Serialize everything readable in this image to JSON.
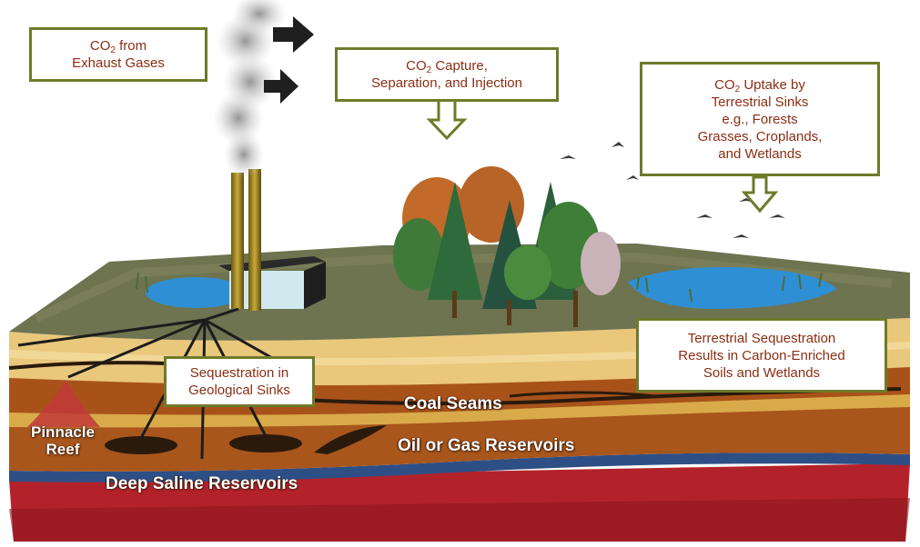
{
  "callouts": {
    "exhaust": {
      "prefix": "CO",
      "sub": "2",
      "suffix": " from",
      "line2": "Exhaust Gases"
    },
    "capture": {
      "prefix": "CO",
      "sub": "2",
      "suffix": " Capture,",
      "line2": "Separation, and Injection"
    },
    "uptake": {
      "prefix": "CO",
      "sub": "2",
      "suffix": " Uptake by",
      "line2": "Terrestrial Sinks",
      "line3": "e.g., Forests",
      "line4": "Grasses, Croplands,",
      "line5": "and Wetlands"
    },
    "terrestrial": {
      "line1": "Terrestrial Sequestration",
      "line2": "Results in Carbon-Enriched",
      "line3": "Soils and Wetlands"
    },
    "geological": {
      "line1": "Sequestration in",
      "line2": "Geological Sinks"
    }
  },
  "layers": {
    "coal": "Coal Seams",
    "oil_gas": "Oil or Gas Reservoirs",
    "saline": "Deep Saline Reservoirs",
    "pinnacle_line1": "Pinnacle",
    "pinnacle_line2": "Reef"
  },
  "colors": {
    "box_border": "#6e7a2a",
    "box_text": "#8a2e14",
    "soil_top": "#e9c77b",
    "brown_band": "#a8521a",
    "red_base": "#b3222a",
    "saline_band": "#2e4f86",
    "water": "#2f8fd4",
    "ground": "#6e7350"
  }
}
